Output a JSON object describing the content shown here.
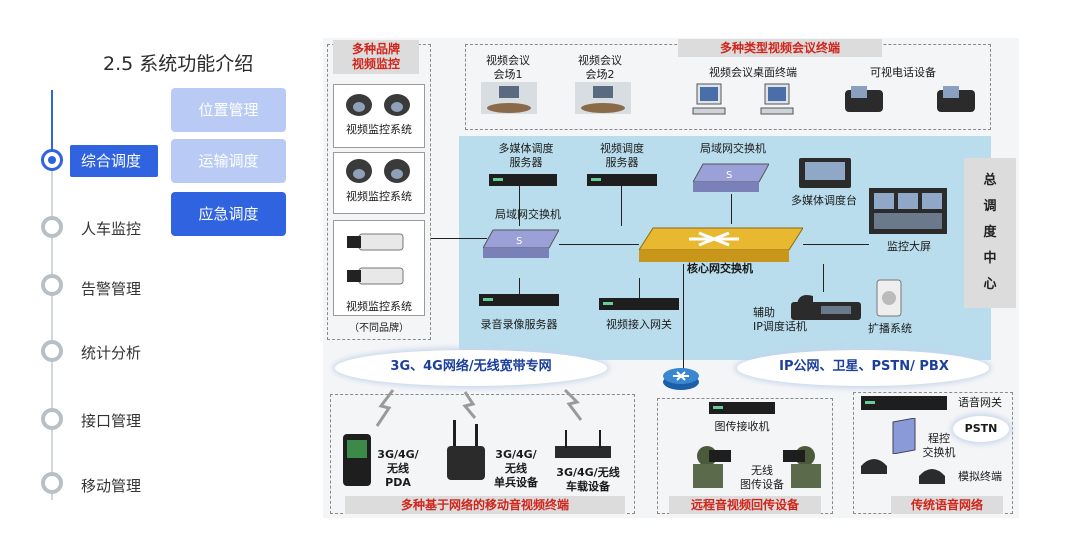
{
  "slide": {
    "title": "2.5 系统功能介绍"
  },
  "menu": {
    "items": [
      {
        "label": "综合调度",
        "active": true
      },
      {
        "label": "人车监控"
      },
      {
        "label": "告警管理"
      },
      {
        "label": "统计分析"
      },
      {
        "label": "接口管理"
      },
      {
        "label": "移动管理"
      }
    ],
    "sub_items": [
      {
        "label": "位置管理"
      },
      {
        "label": "运输调度"
      },
      {
        "label": "应急调度"
      }
    ]
  },
  "diagram": {
    "colors": {
      "accent": "#2f63e0",
      "tag_text": "#d0261c",
      "main_area": "#b9ddec"
    },
    "tags": {
      "brand_monitor": "多种品牌\n视频监控",
      "video_conf_terminals": "多种类型视频会议终端",
      "mobile_terminals": "多种基于网络的移动音视频终端",
      "remote_backhaul": "远程音视频回传设备",
      "traditional_voice": "传统语音网络"
    },
    "monitor_systems": [
      "视频监控系统",
      "视频监控系统",
      "视频监控系统"
    ],
    "different_brands": "（不同品牌）",
    "conference": {
      "room1": "视频会议\n会场1",
      "room2": "视频会议\n会场2",
      "desktop": "视频会议桌面终端",
      "videophone": "可视电话设备"
    },
    "center": {
      "multimedia_server": "多媒体调度\n服务器",
      "video_server": "视频调度\n服务器",
      "lan_switch_top": "局域网交换机",
      "multimedia_console": "多媒体调度台",
      "lan_switch_left": "局域网交换机",
      "core_switch": "核心网交换机",
      "big_screen": "监控大屏",
      "recording_server": "录音录像服务器",
      "video_gateway": "视频接入网关",
      "aux_phone": "辅助\nIP调度话机",
      "broadcast": "扩播系统",
      "center_label": "总\n调\n度\n中\n心"
    },
    "networks": {
      "wireless": "3G、4G网络/无线宽带专网",
      "public": "IP公网、卫星、PSTN/ PBX"
    },
    "mobile": {
      "pda": "3G/4G/\n无线\nPDA",
      "single": "3G/4G/\n无线\n单兵设备",
      "vehicle": "3G/4G/无线\n车载设备"
    },
    "remote": {
      "receiver": "图传接收机",
      "wireless_tx": "无线\n图传设备"
    },
    "voice": {
      "gateway": "语音网关",
      "pstn": "PSTN",
      "pbx": "程控\n交换机",
      "analog": "模拟终端"
    }
  }
}
